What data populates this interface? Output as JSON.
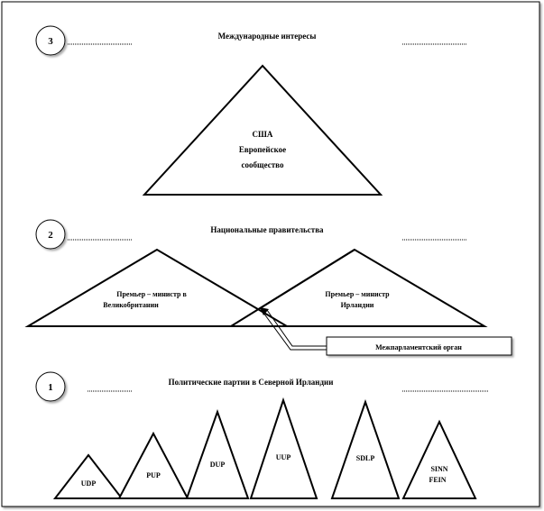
{
  "levels": [
    {
      "number": "3",
      "heading": "Международные интересы",
      "triangle_text": [
        "США",
        "Европейское",
        "сообщество"
      ]
    },
    {
      "number": "2",
      "heading": "Национальные правительства",
      "left_text": [
        "Премьер – министр в",
        "Великобритании"
      ],
      "right_text": [
        "Премьер – министр",
        "Ирландии"
      ],
      "callout": "Межпарламентский орган"
    },
    {
      "number": "1",
      "heading": "Политические партии в Северной Ирландии",
      "parties": [
        "UDP",
        "PUP",
        "DUP",
        "UUP",
        "SDLP",
        "SINN",
        "FEIN"
      ]
    }
  ]
}
